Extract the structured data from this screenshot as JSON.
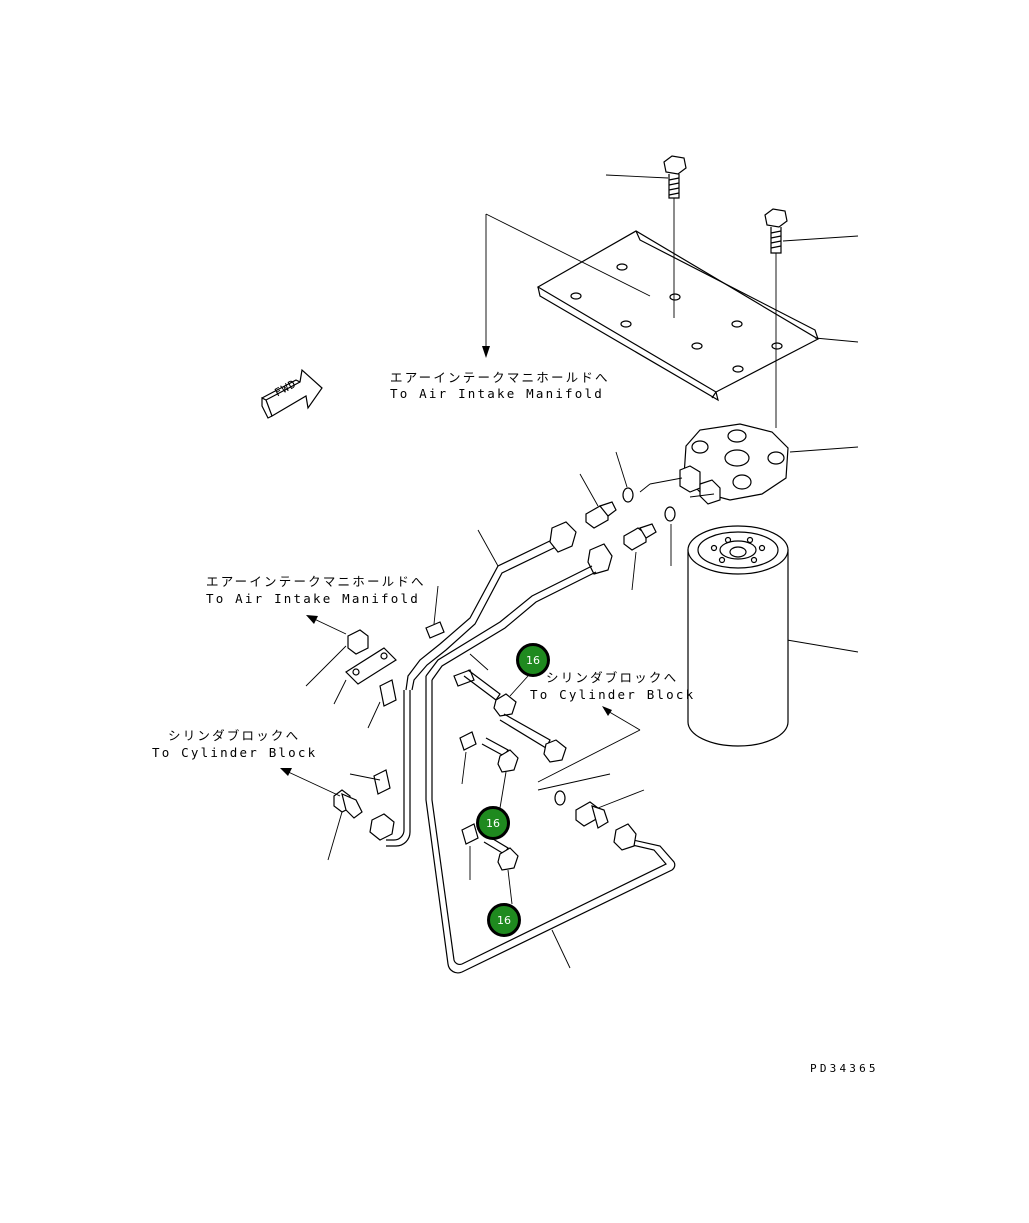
{
  "labels": {
    "air_intake_top_jp": "エアーインテークマニホールドへ",
    "air_intake_top_en": "To Air Intake Manifold",
    "air_intake_left_jp": "エアーインテークマニホールドへ",
    "air_intake_left_en": "To Air Intake Manifold",
    "cyl_block_right_jp": "シリンダブロックへ",
    "cyl_block_right_en": "To Cylinder Block",
    "cyl_block_left_jp": "シリンダブロックへ",
    "cyl_block_left_en": "To Cylinder Block",
    "fwd": "FWD"
  },
  "callouts": [
    "16",
    "16",
    "16"
  ],
  "drawing_code": "PD34365"
}
